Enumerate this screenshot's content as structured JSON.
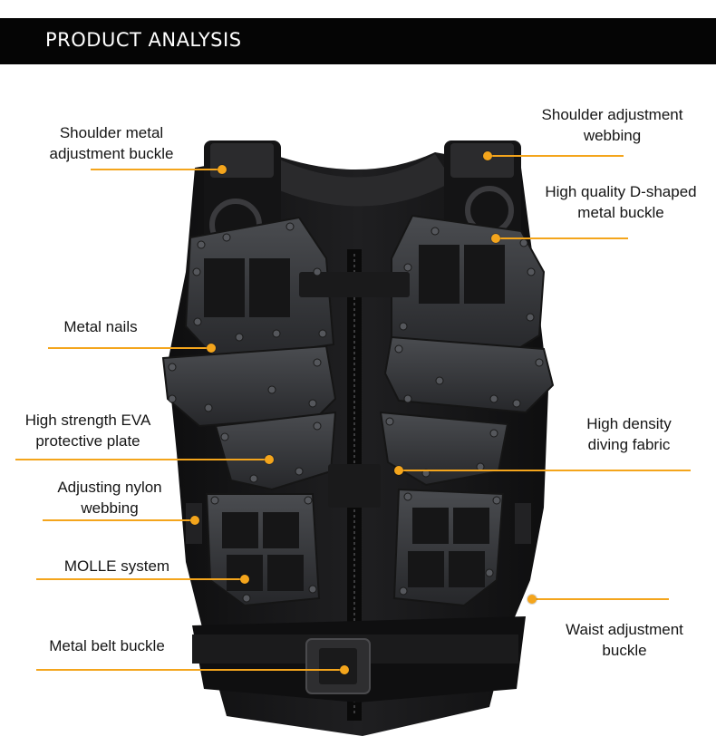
{
  "header": {
    "title": "PRODUCT ANALYSIS"
  },
  "colors": {
    "header_bg": "#050505",
    "accent": "#f4a51c",
    "text": "#151515"
  },
  "product": {
    "image": "black tactical vest"
  },
  "callouts": [
    {
      "id": "shoulder-metal-buckle",
      "lines": [
        "Shoulder metal",
        "adjustment buckle"
      ]
    },
    {
      "id": "shoulder-webbing",
      "lines": [
        "Shoulder adjustment",
        "webbing"
      ]
    },
    {
      "id": "d-ring-buckle",
      "lines": [
        "High quality D-shaped",
        "metal buckle"
      ]
    },
    {
      "id": "metal-nails",
      "lines": [
        "Metal nails"
      ]
    },
    {
      "id": "eva-plate",
      "lines": [
        "High strength EVA",
        "protective plate"
      ]
    },
    {
      "id": "diving-fabric",
      "lines": [
        "High density",
        "diving fabric"
      ]
    },
    {
      "id": "nylon-webbing",
      "lines": [
        "Adjusting nylon",
        "webbing"
      ]
    },
    {
      "id": "molle-system",
      "lines": [
        "MOLLE system"
      ]
    },
    {
      "id": "waist-buckle",
      "lines": [
        "Waist adjustment",
        "buckle"
      ]
    },
    {
      "id": "belt-buckle",
      "lines": [
        "Metal belt buckle"
      ]
    }
  ]
}
